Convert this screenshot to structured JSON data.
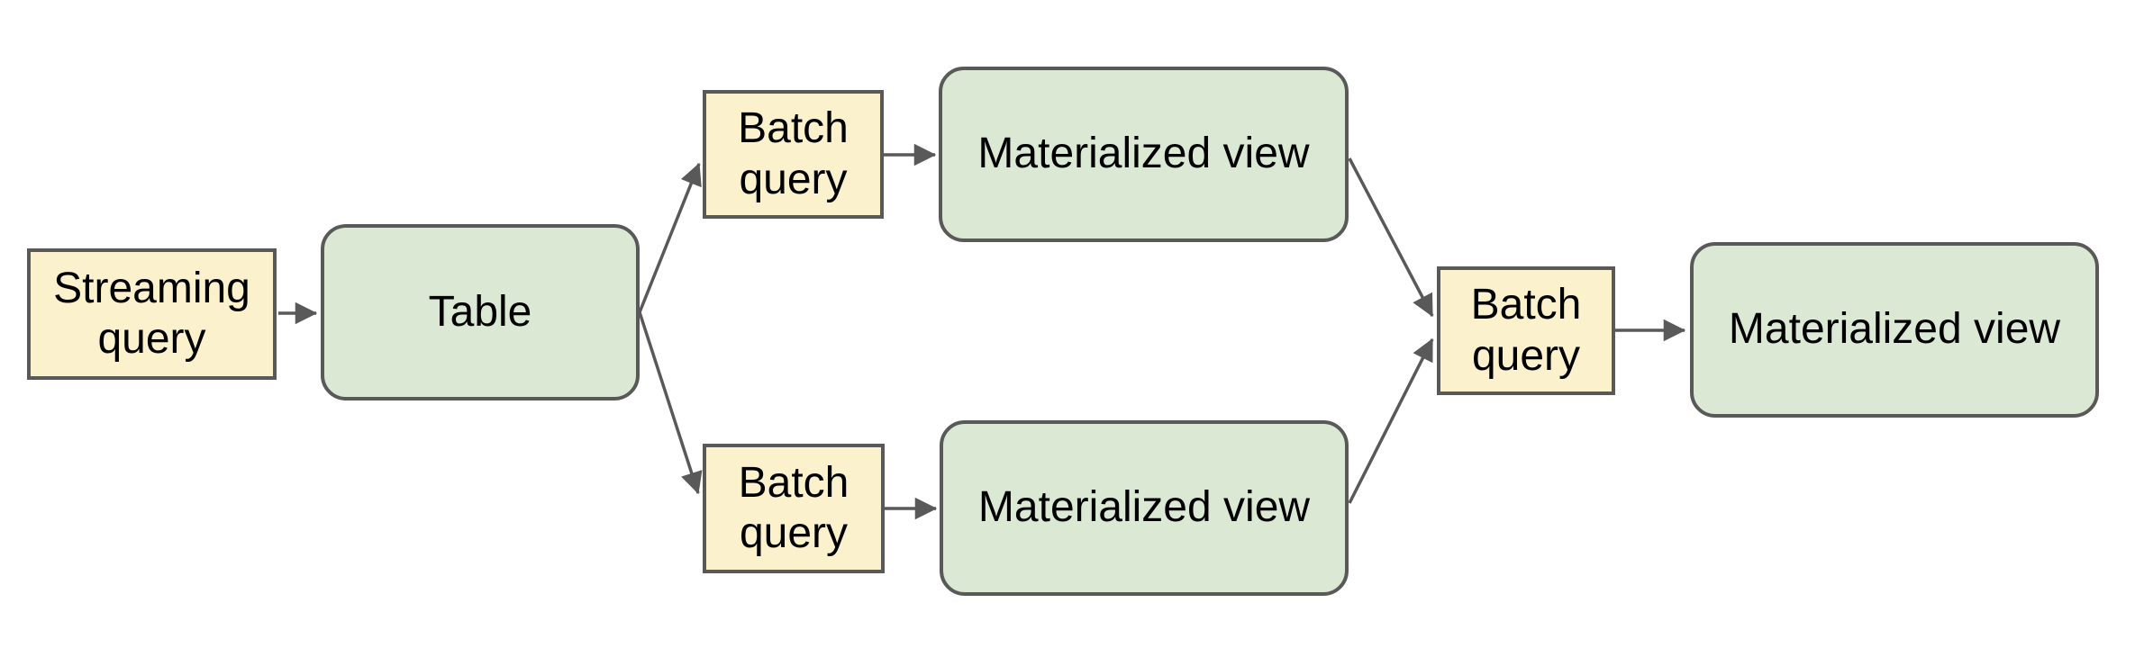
{
  "diagram": {
    "type": "flowchart",
    "nodes": {
      "streaming_query": {
        "label": "Streaming query",
        "shape": "rectangle",
        "role": "query"
      },
      "table": {
        "label": "Table",
        "shape": "rounded-rectangle",
        "role": "dataset"
      },
      "batch_query_top": {
        "label": "Batch query",
        "shape": "rectangle",
        "role": "query"
      },
      "materialized_view_top": {
        "label": "Materialized view",
        "shape": "rounded-rectangle",
        "role": "dataset"
      },
      "batch_query_bottom": {
        "label": "Batch query",
        "shape": "rectangle",
        "role": "query"
      },
      "materialized_view_bottom": {
        "label": "Materialized view",
        "shape": "rounded-rectangle",
        "role": "dataset"
      },
      "batch_query_right": {
        "label": "Batch query",
        "shape": "rectangle",
        "role": "query"
      },
      "materialized_view_right": {
        "label": "Materialized view",
        "shape": "rounded-rectangle",
        "role": "dataset"
      }
    },
    "edges": [
      {
        "from": "streaming_query",
        "to": "table"
      },
      {
        "from": "table",
        "to": "batch_query_top"
      },
      {
        "from": "table",
        "to": "batch_query_bottom"
      },
      {
        "from": "batch_query_top",
        "to": "materialized_view_top"
      },
      {
        "from": "batch_query_bottom",
        "to": "materialized_view_bottom"
      },
      {
        "from": "materialized_view_top",
        "to": "batch_query_right"
      },
      {
        "from": "materialized_view_bottom",
        "to": "batch_query_right"
      },
      {
        "from": "batch_query_right",
        "to": "materialized_view_right"
      }
    ],
    "palette": {
      "query_fill": "#FBF1CC",
      "dataset_fill": "#DBE9D4",
      "stroke": "#595959",
      "text": "#000000",
      "background": "#FFFFFF"
    }
  }
}
